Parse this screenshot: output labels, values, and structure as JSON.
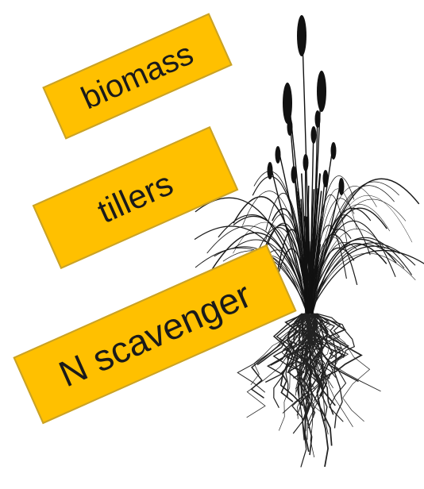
{
  "labels": {
    "biomass": "biomass",
    "tillers": "tillers",
    "n_scavenger": "N scavenger"
  },
  "colors": {
    "label_fill": "#FFC000",
    "label_border": "#C9A227",
    "plant": "#111111",
    "roots": "#222222"
  },
  "illustration": {
    "icon": "grass-plant-with-roots-icon"
  }
}
